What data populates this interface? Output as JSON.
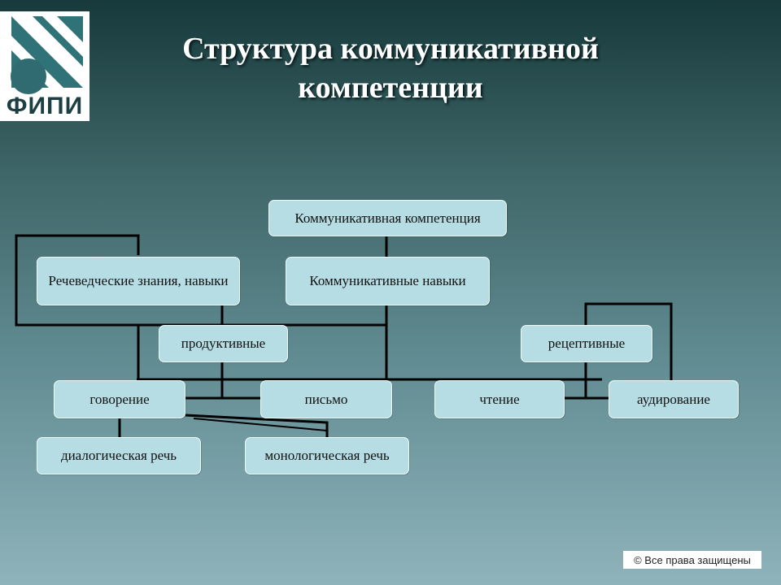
{
  "logo": {
    "text": "ФИПИ"
  },
  "title": {
    "line1": "Структура коммуникативной",
    "line2": "компетенции"
  },
  "diagram": {
    "root": "Коммуникативная компетенция",
    "speech_knowledge": "Речеведческие знания, навыки",
    "comm_skills": "Коммуникативные навыки",
    "productive": "продуктивные",
    "receptive": "рецептивные",
    "speaking": "говорение",
    "writing": "письмо",
    "reading": "чтение",
    "listening": "аудирование",
    "dialogic": "диалогическая речь",
    "monologic": "монологическая речь"
  },
  "footer": {
    "copyright": "© Все права защищены"
  }
}
